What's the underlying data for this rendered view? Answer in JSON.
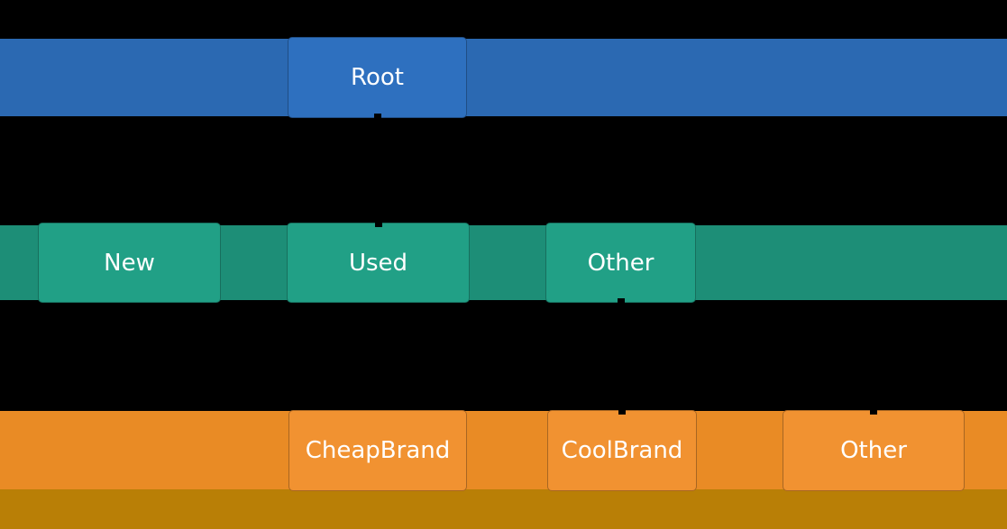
{
  "colors": {
    "background": "#000000",
    "text": "#ffffff",
    "level1_bar": "#2b69b2",
    "level1_node": "#2e70bf",
    "level2_bar": "#1d8e77",
    "level2_node": "#21a086",
    "level3_bar": "#e98b25",
    "level3_node": "#f19231",
    "leaf_strip": "#b97f06"
  },
  "tree": {
    "levels": [
      {
        "nodes": [
          {
            "label": "Root"
          }
        ]
      },
      {
        "nodes": [
          {
            "label": "New"
          },
          {
            "label": "Used"
          },
          {
            "label": "Other"
          }
        ]
      },
      {
        "nodes": [
          {
            "label": "CheapBrand"
          },
          {
            "label": "CoolBrand"
          },
          {
            "label": "Other"
          }
        ]
      }
    ]
  }
}
